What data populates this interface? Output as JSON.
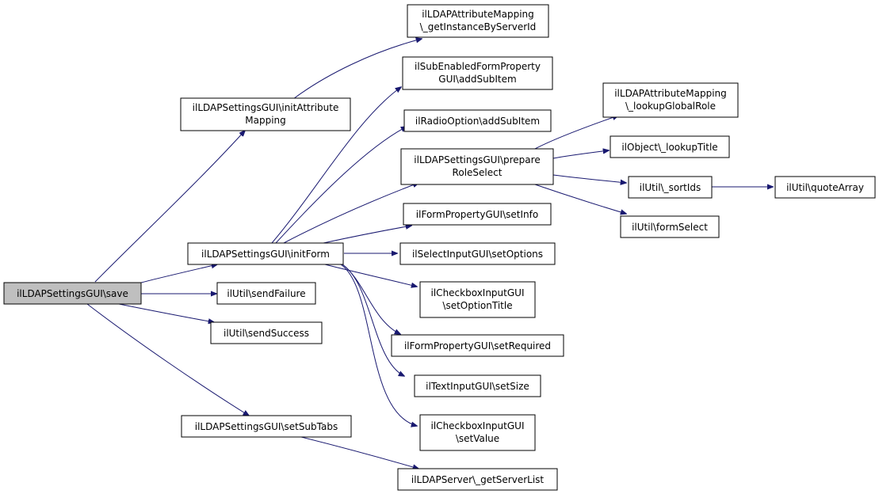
{
  "nodes": {
    "save": [
      "ilLDAPSettingsGUI\\save"
    ],
    "initAttrMapping": [
      "ilLDAPSettingsGUI\\initAttribute",
      "Mapping"
    ],
    "initForm": [
      "ilLDAPSettingsGUI\\initForm"
    ],
    "sendFailure": [
      "ilUtil\\sendFailure"
    ],
    "sendSuccess": [
      "ilUtil\\sendSuccess"
    ],
    "setSubTabs": [
      "ilLDAPSettingsGUI\\setSubTabs"
    ],
    "getInstanceByServerId": [
      "ilLDAPAttributeMapping",
      "\\_getInstanceByServerId"
    ],
    "addSubItemSEF": [
      "ilSubEnabledFormProperty",
      "GUI\\addSubItem"
    ],
    "addSubItemRadio": [
      "ilRadioOption\\addSubItem"
    ],
    "prepareRoleSelect": [
      "ilLDAPSettingsGUI\\prepare",
      "RoleSelect"
    ],
    "setInfo": [
      "ilFormPropertyGUI\\setInfo"
    ],
    "setOptions": [
      "ilSelectInputGUI\\setOptions"
    ],
    "setOptionTitle": [
      "ilCheckboxInputGUI",
      "\\setOptionTitle"
    ],
    "setRequired": [
      "ilFormPropertyGUI\\setRequired"
    ],
    "setSize": [
      "ilTextInputGUI\\setSize"
    ],
    "setValue": [
      "ilCheckboxInputGUI",
      "\\setValue"
    ],
    "getServerList": [
      "ilLDAPServer\\_getServerList"
    ],
    "lookupGlobalRole": [
      "ilLDAPAttributeMapping",
      "\\_lookupGlobalRole"
    ],
    "lookupTitle": [
      "ilObject\\_lookupTitle"
    ],
    "sortIds": [
      "ilUtil\\_sortIds"
    ],
    "formSelect": [
      "ilUtil\\formSelect"
    ],
    "quoteArray": [
      "ilUtil\\quoteArray"
    ]
  },
  "colors": {
    "edge": "#191970",
    "root_fill": "#bfbfbf",
    "node_fill": "#ffffff",
    "node_border": "#000000"
  }
}
